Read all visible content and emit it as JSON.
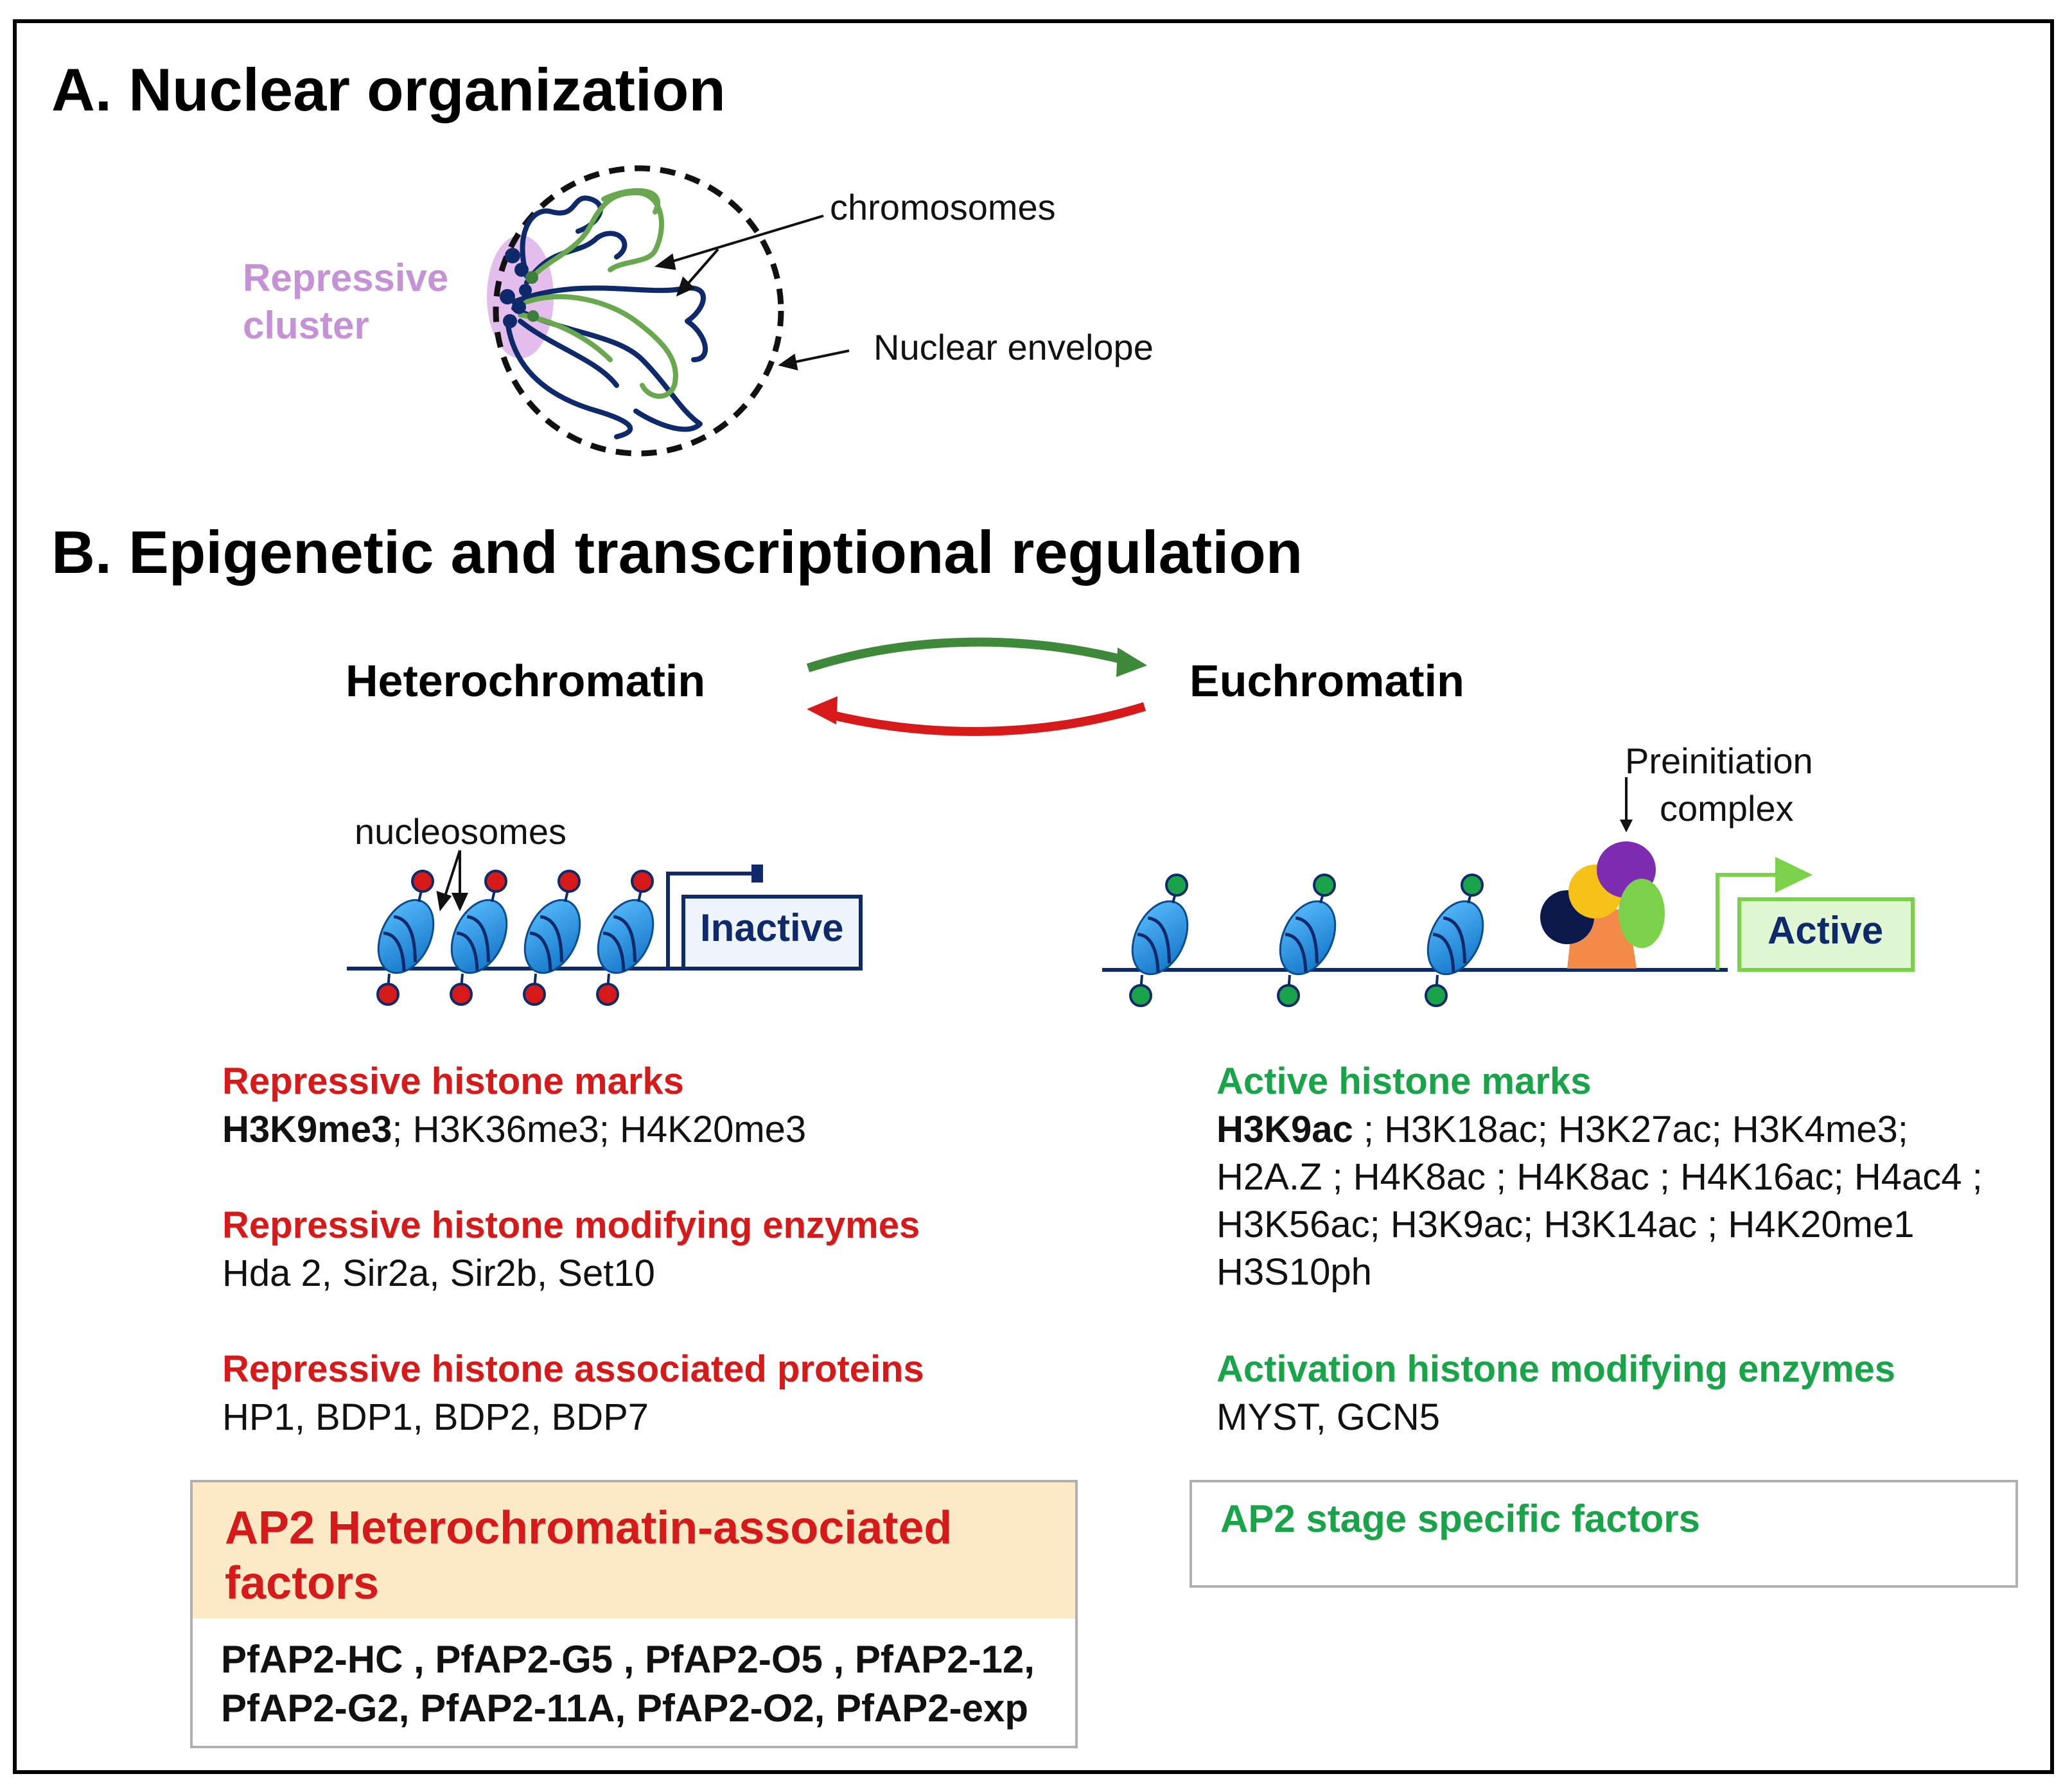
{
  "panel_a": {
    "title": "A. Nuclear organization",
    "label_chromosomes": "chromosomes",
    "label_envelope": "Nuclear envelope",
    "label_repressive_line1": "Repressive",
    "label_repressive_line2": "cluster"
  },
  "panel_b": {
    "title": "B. Epigenetic and transcriptional regulation",
    "state_left": "Heterochromatin",
    "state_right": "Euchromatin",
    "label_nucleosomes": "nucleosomes",
    "label_pic_line1": "Preinitiation",
    "label_pic_line2": "complex",
    "box_inactive": "Inactive",
    "box_active": "Active"
  },
  "repressive": {
    "marks_heading": "Repressive histone marks",
    "marks_bold": "H3K9me3",
    "marks_rest": "; H3K36me3; H4K20me3",
    "enzymes_heading": "Repressive histone modifying enzymes",
    "enzymes": "Hda 2, Sir2a, Sir2b, Set10",
    "proteins_heading": "Repressive histone associated proteins",
    "proteins": "HP1, BDP1, BDP2, BDP7"
  },
  "active": {
    "marks_heading": "Active histone marks",
    "marks_bold": "H3K9ac",
    "marks_line1": " ; H3K18ac; H3K27ac; H3K4me3;",
    "marks_line2": "H2A.Z ;  H4K8ac ; H4K8ac ; H4K16ac; H4ac4 ;",
    "marks_line3": "H3K56ac; H3K9ac; H3K14ac ; H4K20me1",
    "marks_line4": "H3S10ph",
    "enzymes_heading": "Activation histone modifying enzymes",
    "enzymes": "MYST, GCN5"
  },
  "ap2": {
    "left_title": "AP2 Heterochromatin-associated factors",
    "left_list_line1": "PfAP2-HC , PfAP2-G5  , PfAP2-O5 , PfAP2-12,",
    "left_list_line2": "PfAP2-G2, PfAP2-11A, PfAP2-O2, PfAP2-exp",
    "right_title": "AP2 stage specific factors"
  },
  "colors": {
    "repressive_red": "#d61a1a",
    "active_green": "#19a44a",
    "chromatin_navy": "#0e2a6b",
    "chromosome_green": "#6aa84f",
    "nucleosome_blue": "#1e8fe0",
    "cluster_pink": "#c592d6",
    "ap2_header_bg": "#fde9c6"
  }
}
